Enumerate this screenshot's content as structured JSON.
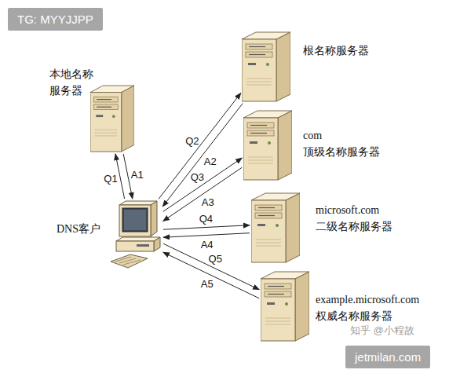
{
  "diagram": {
    "nodes": [
      {
        "text": [
          "本地名称 服务器"
        ]
      },
      {
        "text": [
          "根名称服务器"
        ]
      },
      {
        "text": [
          "com 顶级名称服务器"
        ]
      },
      {
        "text": [
          "DNS客户"
        ]
      },
      {
        "text": [
          "microsoft.com 二级名称服务器"
        ]
      },
      {
        "text": [
          "example.microsoft.com 权威名称服务器"
        ]
      }
    ],
    "edges": [
      {
        "from": 3,
        "to": 0,
        "label": "Q1",
        "arrow": "to"
      },
      {
        "from": 0,
        "to": 3,
        "label": "A1",
        "arrow": "to"
      },
      {
        "from": 3,
        "to": 1,
        "label": "Q2",
        "arrow": "to"
      },
      {
        "from": 1,
        "to": 3,
        "label": "A2",
        "arrow": "to"
      },
      {
        "from": 3,
        "to": 2,
        "label": "Q3",
        "arrow": "to"
      },
      {
        "from": 2,
        "to": 3,
        "label": "A3",
        "arrow": "to"
      },
      {
        "from": 3,
        "to": 4,
        "label": "Q4",
        "arrow": "to"
      },
      {
        "from": 4,
        "to": 3,
        "label": "A4",
        "arrow": "to"
      },
      {
        "from": 3,
        "to": 5,
        "label": "Q5",
        "arrow": "to"
      },
      {
        "from": 5,
        "to": 3,
        "label": "A5",
        "arrow": "to"
      }
    ],
    "labels": [
      "TG: MYYJJPP",
      "知乎 @小程故",
      "jetmilan.com"
    ]
  }
}
